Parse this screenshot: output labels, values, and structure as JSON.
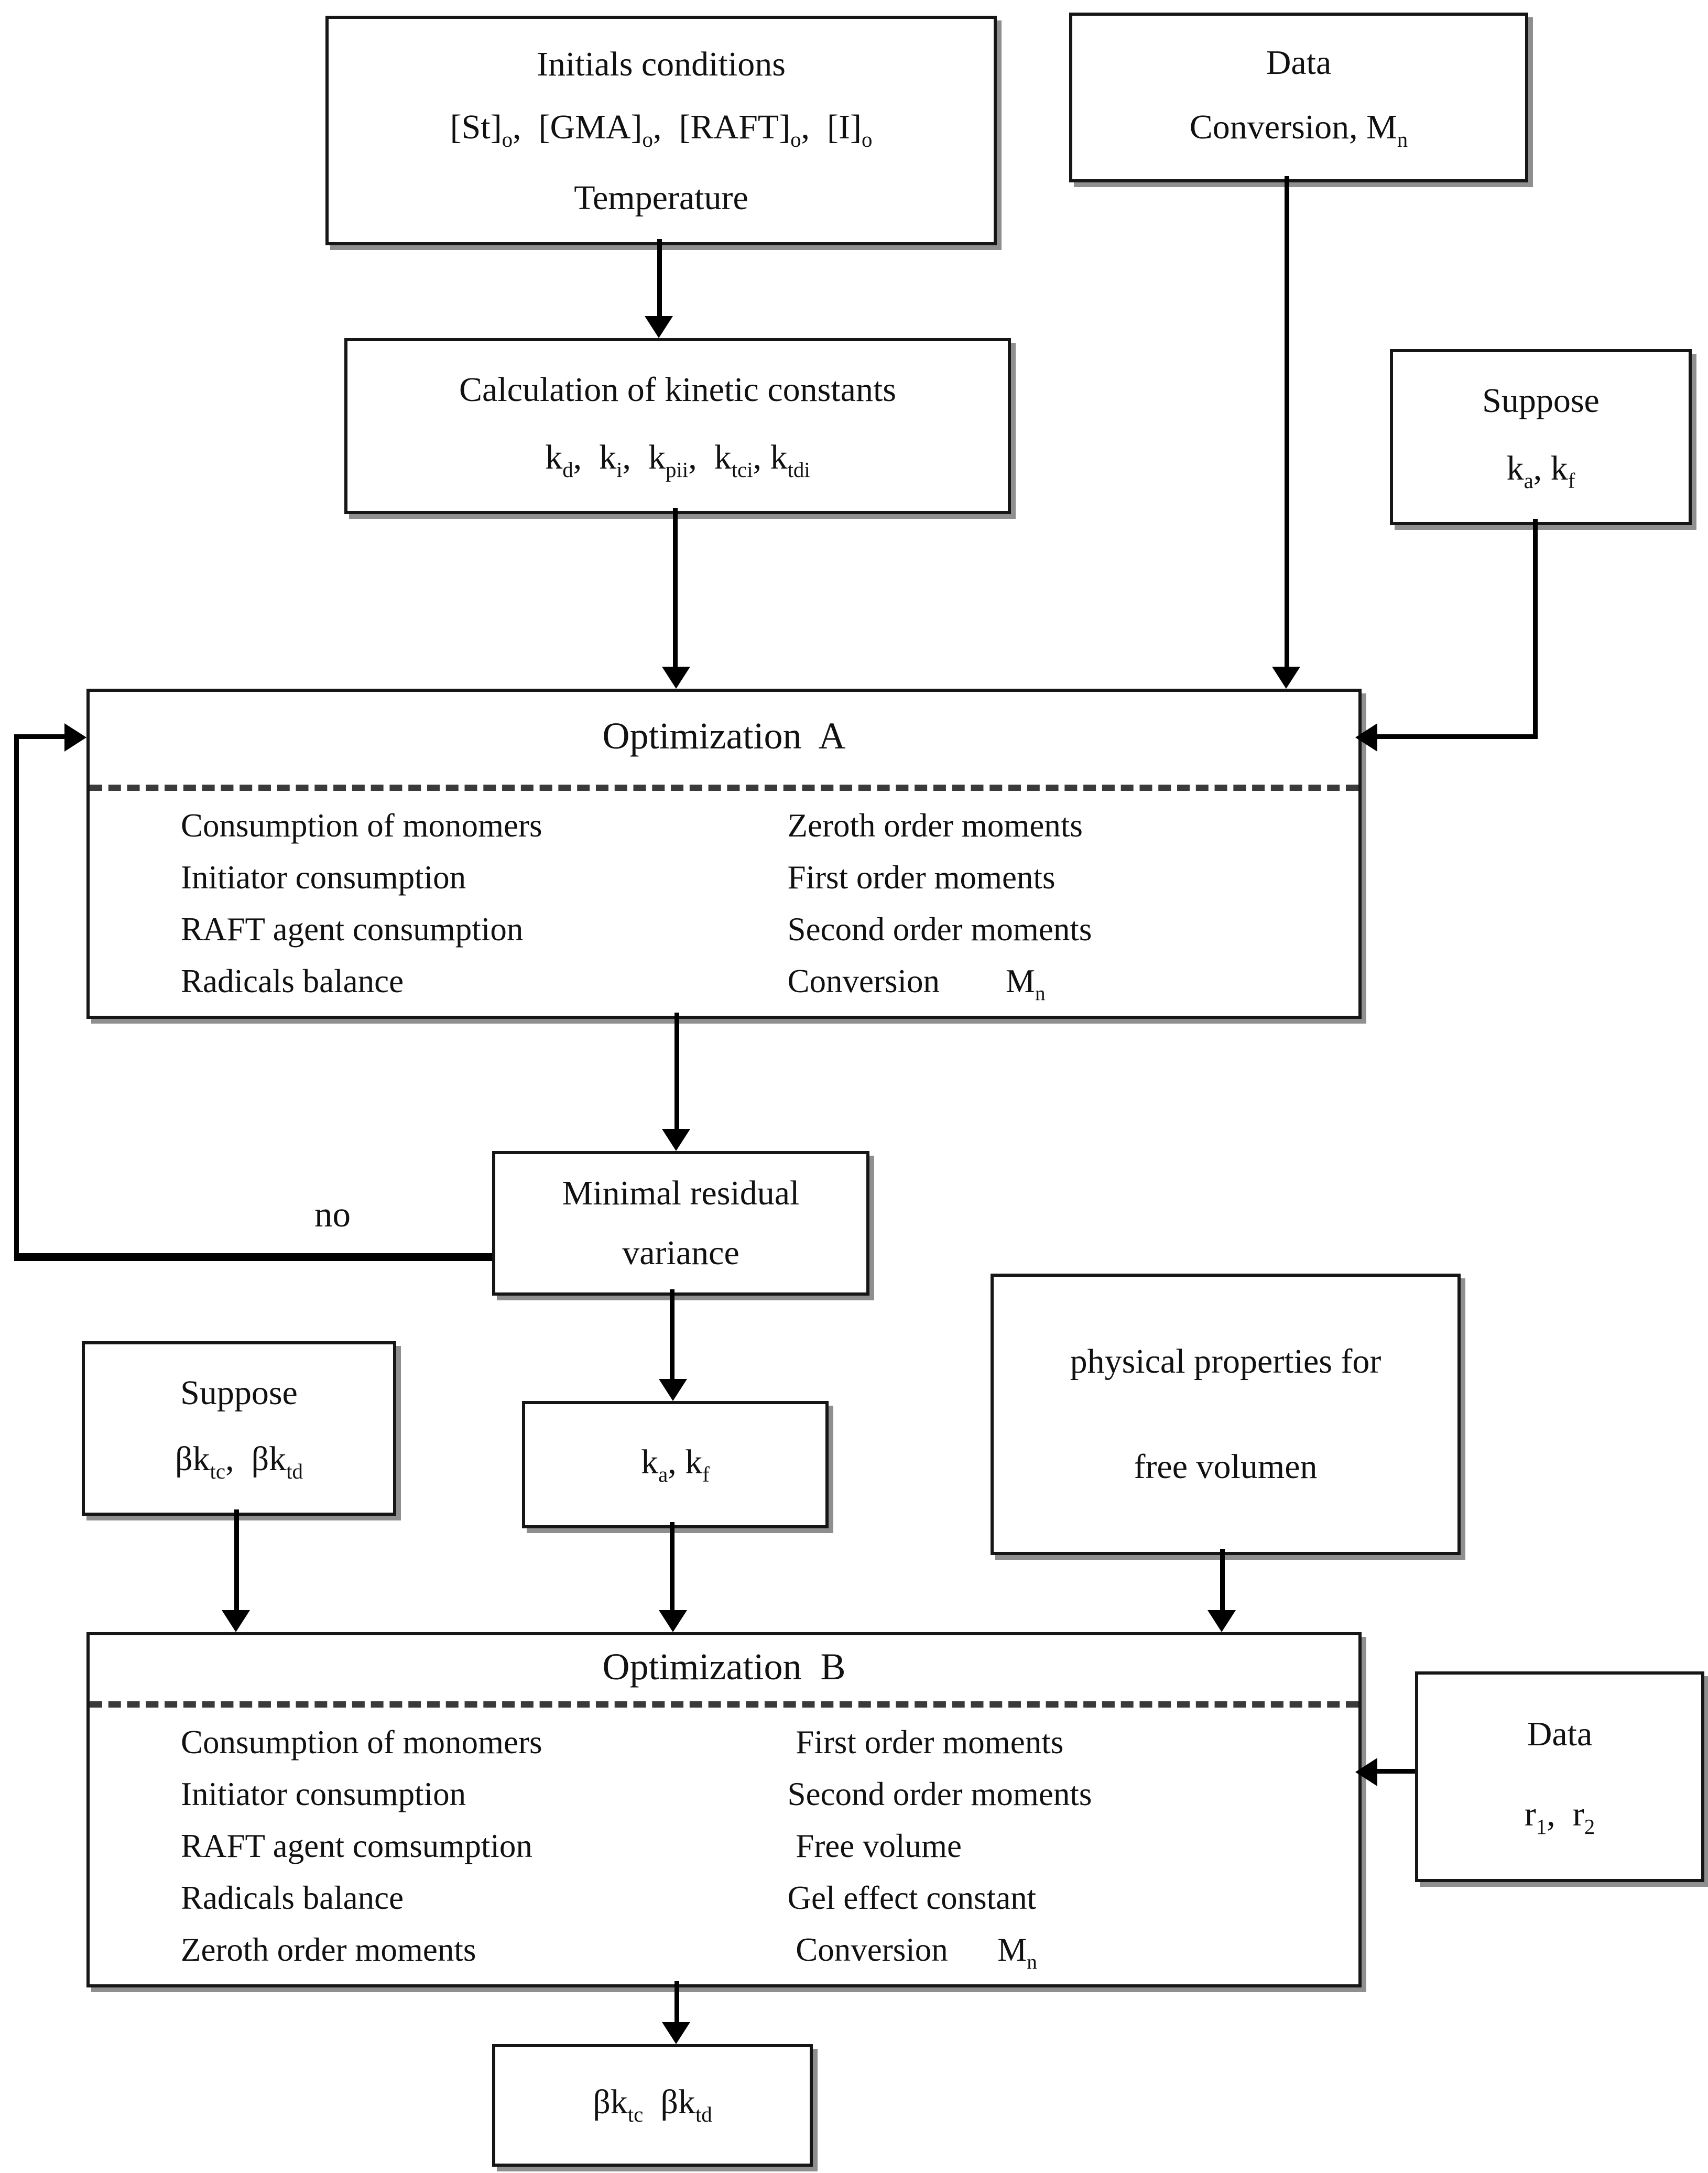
{
  "boxes": {
    "initials": {
      "line1": "Initials conditions",
      "line2": "[St]_{o},  [GMA]_{o},  [RAFT]_{o},  [I]_{o}",
      "line3": "Temperature"
    },
    "data_top": {
      "line1": "Data",
      "line2": "Conversion, M_{n}"
    },
    "calc": {
      "line1": "Calculation of kinetic constants",
      "line2": "k_{d},  k_{i},  k_{pii},  k_{tci}, k_{tdi}"
    },
    "suppose_a": {
      "line1": "Suppose",
      "line2": "k_{a}, k_{f}"
    },
    "opt_a": {
      "title": "Optimization  A",
      "left_items": [
        "Consumption of monomers",
        "Initiator consumption",
        "RAFT agent consumption",
        "Radicals balance"
      ],
      "right_items": [
        "Zeroth order moments",
        "First order moments",
        "Second order moments",
        "Conversion        M_{n}"
      ]
    },
    "minimal": {
      "line1": "Minimal residual",
      "line2": "variance"
    },
    "no_label": "no",
    "suppose_b": {
      "line1": "Suppose",
      "line2": "βk_{tc},  βk_{td}"
    },
    "ka_kf": {
      "line1": "k_{a}, k_{f}"
    },
    "physical": {
      "line1": "physical properties for",
      "line2": "free volumen"
    },
    "opt_b": {
      "title": "Optimization  B",
      "left_items": [
        "Consumption of monomers",
        "Initiator consumption",
        "RAFT agent comsumption",
        "Radicals balance",
        "Zeroth order moments"
      ],
      "right_items": [
        " First order moments",
        "Second order moments",
        " Free volume",
        "Gel effect constant",
        " Conversion      M_{n}"
      ]
    },
    "data_r": {
      "line1": "Data",
      "line2": "r_{1},  r_{2}"
    },
    "bk_out": {
      "line1": "βk_{tc}  βk_{td}"
    }
  }
}
